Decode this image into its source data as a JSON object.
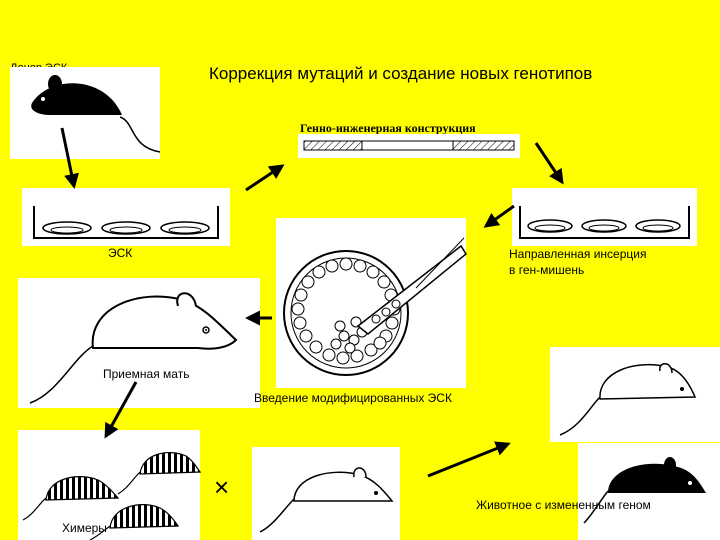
{
  "title": "Коррекция мутаций и создание новых генотипов",
  "labels": {
    "donor": "Донор ЭСК",
    "gene_construct": "Генно-инженерная конструкция",
    "esc": "ЭСК",
    "directed_insertion": "Направленная инсерция\nв ген-мишень",
    "recipient_mother": "Приемная мать",
    "introduction": "Введение модифицированных ЭСК",
    "chimeras": "Химеры",
    "modified_animal": "Животное с измененным геном",
    "cross_symbol": "×"
  },
  "colors": {
    "background": "#ffff00",
    "panel": "#ffffff",
    "ink": "#000000"
  },
  "icons": [
    "black-mouse-icon",
    "white-mouse-icon",
    "striped-mouse-icon",
    "culture-dish-icon",
    "blastocyst-icon",
    "arrow-icon"
  ]
}
